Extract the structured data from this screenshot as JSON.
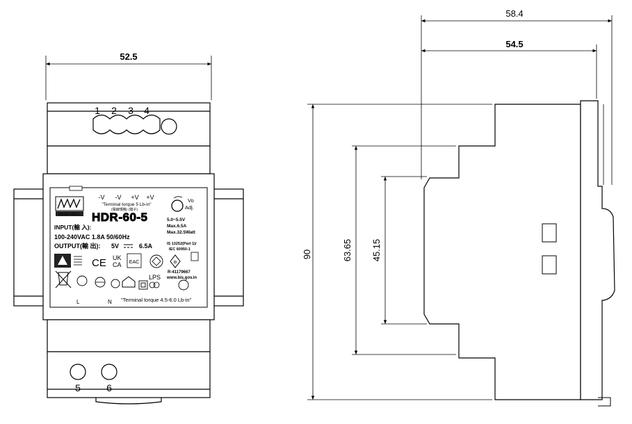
{
  "dimensions": {
    "front_width": "52.5",
    "side_overall": "58.4",
    "side_body": "54.5",
    "height": "90",
    "inner_height_1": "63.65",
    "inner_height_2": "45.15"
  },
  "terminals": {
    "top": [
      "1",
      "2",
      "3",
      "4"
    ],
    "bottom": [
      "5",
      "6"
    ],
    "line": "L",
    "neutral": "N"
  },
  "label": {
    "brand": "MEAN WELL",
    "model": "HDR-60-5",
    "pins": [
      "-V",
      "-V",
      "+V",
      "+V"
    ],
    "torque_top": "\"Terminal torque 5 Lb-in\"",
    "torque_top_cn": "(電線規格) (端子)",
    "vo_adj": "Vo",
    "vo_adj2": "Adj.",
    "range": "5.0~5.5V",
    "max_a": "Max.6.5A",
    "max_w": "Max.32.5Watt",
    "input_title": "INPUT(輸 入):",
    "input_spec": "100-240VAC  1.8A  50/60Hz",
    "output_title": "OUTPUT(輸 出):",
    "output_v": "5V",
    "output_a": "6.5A",
    "is_std": "IS 13252(Part 1)/",
    "iec_std": "IEC 60950-1",
    "r_number": "R-41179667",
    "website": "www.bis.gov.in",
    "ce": "CE",
    "uk": "UK",
    "ca": "CA",
    "eac": "EAC",
    "lps": "LPS",
    "torque_bottom": "\"Terminal torque 4.5-6.0 Lb-in\""
  }
}
